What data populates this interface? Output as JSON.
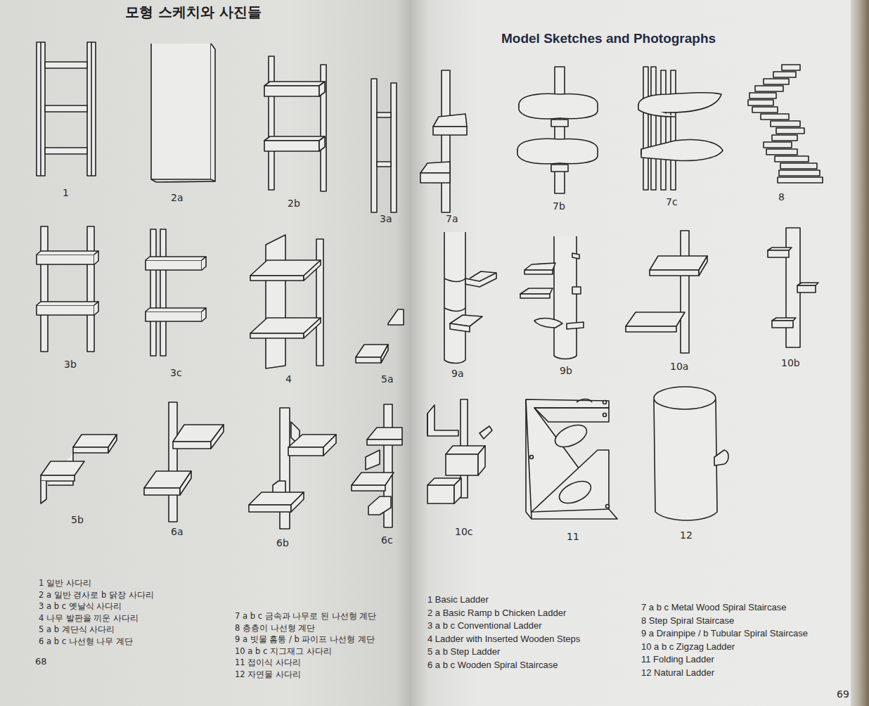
{
  "diagram": {
    "title": "모형 스케치와 사진들",
    "labels": [
      "Model Sketches and Photographs",
      "1",
      "2a",
      "2b",
      "3a",
      "3b",
      "3c",
      "4",
      "5a",
      "5b",
      "6a",
      "6b",
      "6c",
      "7a",
      "7b",
      "7c",
      "8",
      "9a",
      "9b",
      "10a",
      "10b",
      "10c",
      "11",
      "12",
      "1 일반 사다리",
      "2 a 일반 경사로 b 닭장 사다리",
      "3 a b c 옛날식 사다리",
      "4 나무 발판을 끼운 사다리",
      "5 a b 계단식 사다리",
      "6 a b c 나선형 나무 계단",
      "7 a b c 금속과 나무로 된 나선형 계단",
      "8 층층이 나선형 계단",
      "9 a 빗물 홈통 / b 파이프 나선형 계단",
      "10 a b c 지그재그 사다리",
      "11 접이식 사다리",
      "12 자연물 사다리",
      "68",
      "1 Basic Ladder",
      "2 a Basic Ramp b Chicken Ladder",
      "3 a b c Conventional Ladder",
      "4 Ladder with Inserted Wooden Steps",
      "5 a b Step Ladder",
      "6 a b c Wooden Spiral Staircase",
      "7 a b c Metal Wood Spiral Staircase",
      "8 Step Spiral Staircase",
      "9 a Drainpipe / b Tubular Spiral Staircase",
      "10 a b c Zigzag Ladder",
      "11 Folding Ladder",
      "12 Natural Ladder",
      "69"
    ]
  }
}
